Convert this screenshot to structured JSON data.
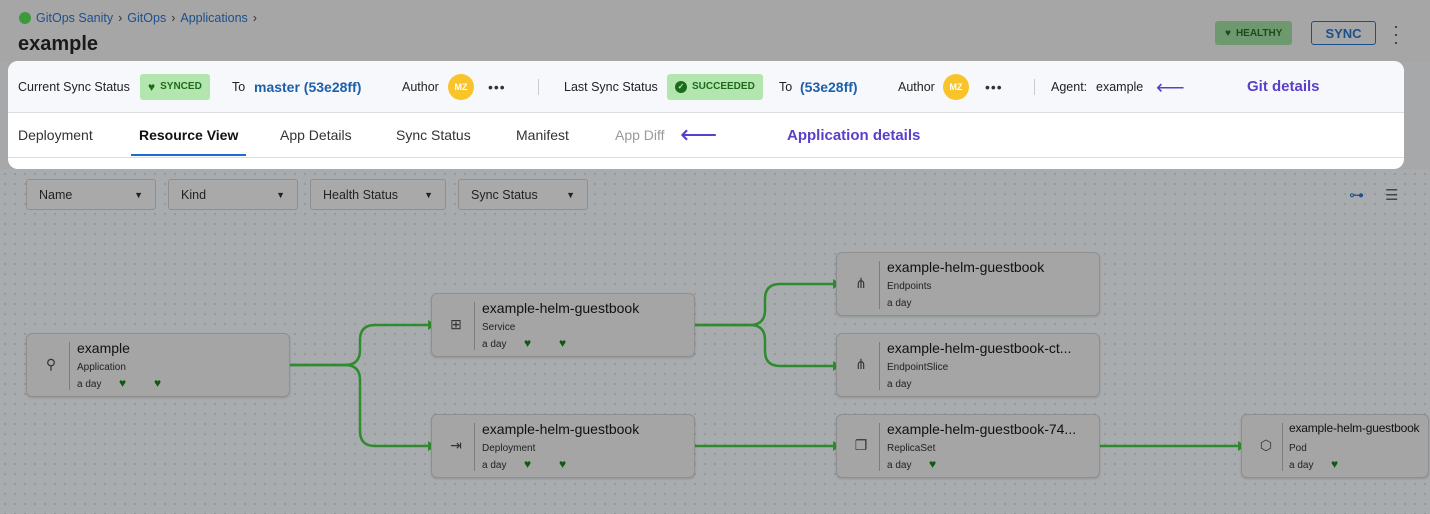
{
  "breadcrumbs": [
    "GitOps Sanity",
    "GitOps",
    "Applications"
  ],
  "page_title": "example",
  "health_badge": "HEALTHY",
  "sync_button": "SYNC",
  "git_details": {
    "current_sync_label": "Current Sync Status",
    "current_sync_badge": "SYNCED",
    "to_label": "To",
    "current_revision": "master (53e28ff)",
    "author_label": "Author",
    "author_initials": "MZ",
    "more": "•••",
    "last_sync_label": "Last Sync Status",
    "last_sync_badge": "SUCCEEDED",
    "last_revision": "(53e28ff)",
    "agent_label": "Agent:",
    "agent_value": "example"
  },
  "annotations": {
    "git": "Git details",
    "app": "Application details"
  },
  "tabs": [
    {
      "label": "Deployment"
    },
    {
      "label": "Resource View",
      "active": true
    },
    {
      "label": "App Details"
    },
    {
      "label": "Sync Status"
    },
    {
      "label": "Manifest"
    },
    {
      "label": "App Diff",
      "disabled": true
    }
  ],
  "filters": [
    "Name",
    "Kind",
    "Health Status",
    "Sync Status"
  ],
  "colors": {
    "edge": "#2e8b2e",
    "health": "#0f5a0f",
    "accent": "#1d6bd6",
    "annotation": "#5b3fc8"
  },
  "nodes": [
    {
      "name": "example",
      "kind": "Application",
      "age": "a day",
      "icon": "application-icon",
      "health": true,
      "sync": true
    },
    {
      "name": "example-helm-guestbook",
      "kind": "Service",
      "age": "a day",
      "icon": "service-icon",
      "health": true,
      "sync": true
    },
    {
      "name": "example-helm-guestbook",
      "kind": "Deployment",
      "age": "a day",
      "icon": "deployment-icon",
      "health": true,
      "sync": true
    },
    {
      "name": "example-helm-guestbook",
      "kind": "Endpoints",
      "age": "a day",
      "icon": "endpoints-icon"
    },
    {
      "name": "example-helm-guestbook-ct...",
      "kind": "EndpointSlice",
      "age": "a day",
      "icon": "endpointslice-icon"
    },
    {
      "name": "example-helm-guestbook-74...",
      "kind": "ReplicaSet",
      "age": "a day",
      "icon": "replicaset-icon",
      "health": true
    },
    {
      "name": "example-helm-guestbook",
      "kind": "Pod",
      "age": "a day",
      "icon": "pod-icon",
      "health": true
    }
  ]
}
